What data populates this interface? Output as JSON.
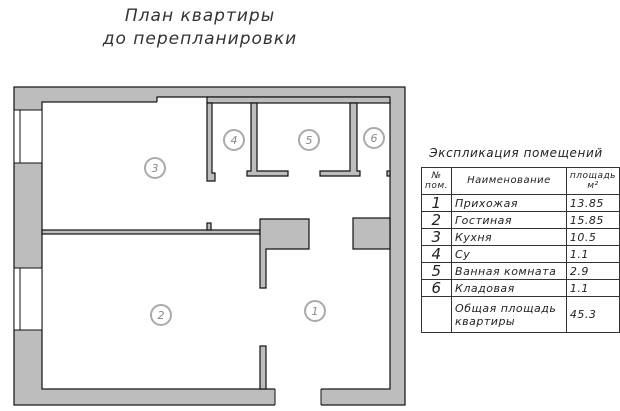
{
  "title": {
    "line1": "План квартиры",
    "line2": "до перепланировки"
  },
  "rooms_on_plan": [
    "1",
    "2",
    "3",
    "4",
    "5",
    "6"
  ],
  "table": {
    "caption": "Экспликация помещений",
    "headers": {
      "num": "№ пом.",
      "name": "Наименование",
      "area": "площадь м²"
    },
    "rows": [
      {
        "num": "1",
        "name": "Прихожая",
        "area": "13.85"
      },
      {
        "num": "2",
        "name": "Гостиная",
        "area": "15.85"
      },
      {
        "num": "3",
        "name": "Кухня",
        "area": "10.5"
      },
      {
        "num": "4",
        "name": "Су",
        "area": "1.1"
      },
      {
        "num": "5",
        "name": "Ванная комната",
        "area": "2.9"
      },
      {
        "num": "6",
        "name": "Кладовая",
        "area": "1.1"
      }
    ],
    "total": {
      "label": "Общая площадь квартиры",
      "area": "45.3"
    }
  }
}
